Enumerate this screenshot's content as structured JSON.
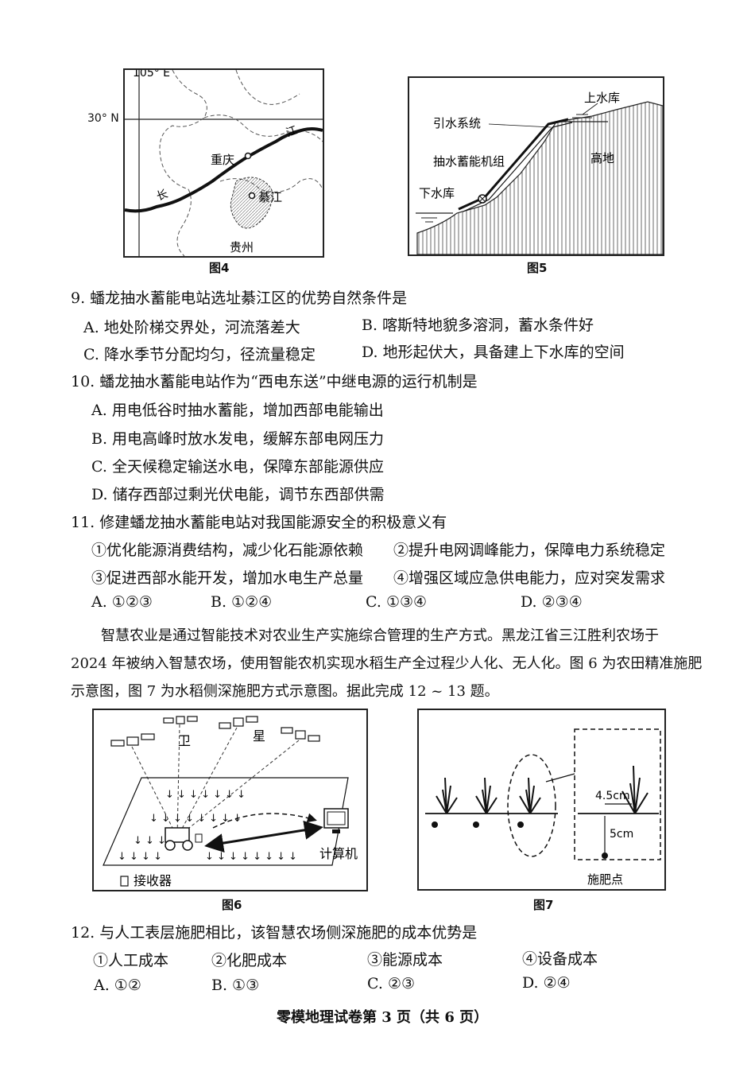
{
  "fig4": {
    "caption": "图4",
    "lon_label": "105° E",
    "lat_label": "30° N",
    "place_chongqing": "重庆",
    "place_qijiang": "綦江",
    "place_guizhou": "贵州",
    "river_chang": "长",
    "river_jiang": "江"
  },
  "fig5": {
    "caption": "图5",
    "upper_reservoir": "上水库",
    "diversion_system": "引水系统",
    "pump_unit": "抽水蓄能机组",
    "highland": "高地",
    "lower_reservoir": "下水库"
  },
  "q9": {
    "stem": "9. 蟠龙抽水蓄能电站选址綦江区的优势自然条件是",
    "A": "A. 地处阶梯交界处，河流落差大",
    "B": "B. 喀斯特地貌多溶洞，蓄水条件好",
    "C": "C. 降水季节分配均匀，径流量稳定",
    "D": "D. 地形起伏大，具备建上下水库的空间"
  },
  "q10": {
    "stem": "10. 蟠龙抽水蓄能电站作为“西电东送”中继电源的运行机制是",
    "A": "A. 用电低谷时抽水蓄能，增加西部电能输出",
    "B": "B. 用电高峰时放水发电，缓解东部电网压力",
    "C": "C. 全天候稳定输送水电，保障东部能源供应",
    "D": "D. 储存西部过剩光伏电能，调节东西部供需"
  },
  "q11": {
    "stem": "11. 修建蟠龙抽水蓄能电站对我国能源安全的积极意义有",
    "s1": "①优化能源消费结构，减少化石能源依赖",
    "s2": "②提升电网调峰能力，保障电力系统稳定",
    "s3": "③促进西部水能开发，增加水电生产总量",
    "s4": "④增强区域应急供电能力，应对突发需求",
    "A": "A. ①②③",
    "B": "B. ①②④",
    "C": "C. ①③④",
    "D": "D. ②③④"
  },
  "intro": {
    "line1": "智慧农业是通过智能技术对农业生产实施综合管理的生产方式。黑龙江省三江胜利农场于",
    "line2": "2024 年被纳入智慧农场，使用智能农机实现水稻生产全过程少人化、无人化。图 6 为农田精准施肥",
    "line3": "示意图，图 7 为水稻侧深施肥方式示意图。据此完成 12 ~ 13 题。"
  },
  "fig6": {
    "caption": "图6",
    "sat_wei": "卫",
    "sat_xing": "星",
    "computer": "计算机",
    "receiver": "接收器"
  },
  "fig7": {
    "caption": "图7",
    "dist_h": "4.5cm",
    "dist_v": "5cm",
    "fert_point": "施肥点"
  },
  "q12": {
    "stem": "12. 与人工表层施肥相比，该智慧农场侧深施肥的成本优势是",
    "s1": "①人工成本",
    "s2": "②化肥成本",
    "s3": "③能源成本",
    "s4": "④设备成本",
    "A": "A. ①②",
    "B": "B. ①③",
    "C": "C. ②③",
    "D": "D. ②④"
  },
  "footer": "零模地理试卷第 3 页（共 6 页）"
}
